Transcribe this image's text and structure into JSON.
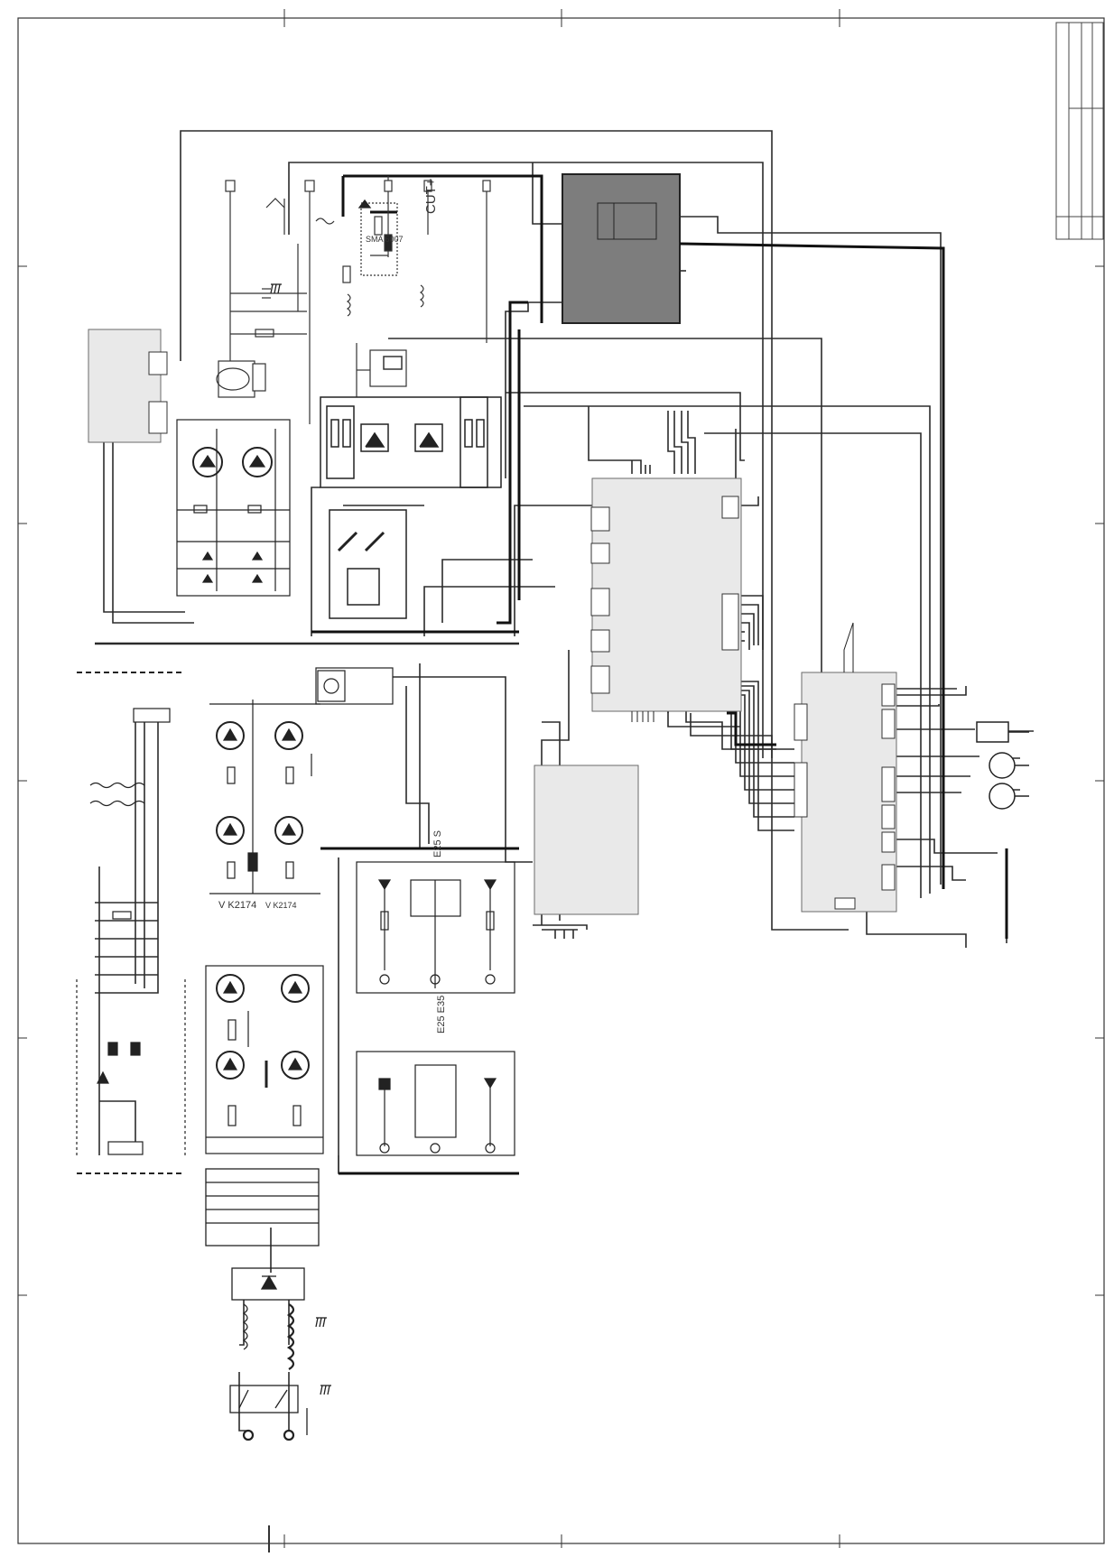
{
  "labels": {
    "cut": "CUT+",
    "vk1": "V K2174",
    "vk2": "V K2174",
    "e1": "E25 S",
    "e2": "E25 E35",
    "eap": "SMA 6007"
  },
  "colors": {
    "line": "#2b2b2b",
    "thick": "#111111",
    "dark_module": "#7d7d7d",
    "board": "#e9e9e9",
    "board_border": "#6a6a6a"
  },
  "icons": [
    "ground-icon",
    "motor-icon",
    "transistor-icon",
    "diode-icon",
    "connector-icon",
    "inductor-icon"
  ]
}
